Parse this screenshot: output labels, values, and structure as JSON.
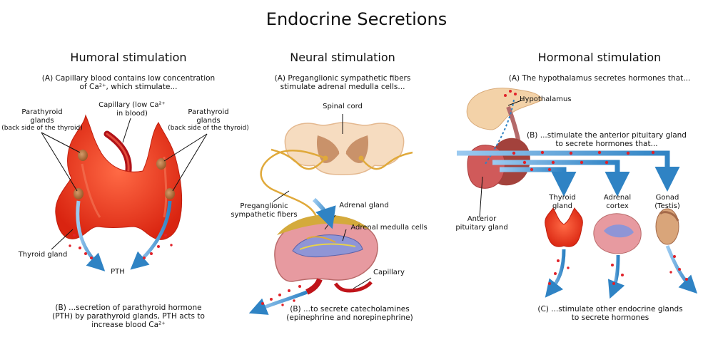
{
  "title": "Endocrine Secretions",
  "humoral": {
    "heading": "Humoral stimulation",
    "step_a_line1": "(A) Capillary blood contains low concentration",
    "step_a_line2": "of Ca²⁺, which stimulate...",
    "capillary_line1": "Capillary (low Ca²⁺",
    "capillary_line2": "in blood)",
    "parathyroid_left_line1": "Parathyroid",
    "parathyroid_left_line2": "glands",
    "parathyroid_left_line3": "(back side of the thyroid)",
    "parathyroid_right_line1": "Parathyroid",
    "parathyroid_right_line2": "glands",
    "parathyroid_right_line3": "(back side of the thyroid)",
    "thyroid_gland": "Thyroid gland",
    "pth": "PTH",
    "step_b_line1": "(B) ...secretion of parathyroid hormone",
    "step_b_line2": "(PTH) by parathyroid glands, PTH acts to",
    "step_b_line3": "increase blood Ca²⁺"
  },
  "neural": {
    "heading": "Neural stimulation",
    "step_a_line1": "(A) Preganglionic sympathetic fibers",
    "step_a_line2": "stimulate adrenal medulla cells...",
    "spinal_cord": "Spinal cord",
    "preganglionic_line1": "Preganglionic",
    "preganglionic_line2": "sympathetic fibers",
    "adrenal_gland": "Adrenal gland",
    "adrenal_medulla": "Adrenal medulla cells",
    "capillary": "Capillary",
    "step_b_line1": "(B) ...to secrete catecholamines",
    "step_b_line2": "(epinephrine and norepinephrine)"
  },
  "hormonal": {
    "heading": "Hormonal stimulation",
    "step_a": "(A) The hypothalamus secretes hormones that...",
    "hypothalamus": "Hypothalamus",
    "step_b_line1": "(B) ...stimulate the anterior pituitary gland",
    "step_b_line2": "to secrete hormones that...",
    "anterior_line1": "Anterior",
    "anterior_line2": "pituitary gland",
    "thyroid_line1": "Thyroid",
    "thyroid_line2": "gland",
    "adrenal_line1": "Adrenal",
    "adrenal_line2": "cortex",
    "gonad_line1": "Gonad",
    "gonad_line2": "(Testis)",
    "step_c_line1": "(C) ...stimulate other endocrine glands",
    "step_c_line2": "to secrete hormones"
  },
  "colors": {
    "thyroid_red": "#e8361c",
    "blood_red": "#c0141a",
    "arrow_blue": "#3a8fcf",
    "nerve_gold": "#e0a93a",
    "tissue_pink": "#e79aa0",
    "spinal_beige": "#f6dcc0",
    "medulla_blue": "#8f95d6"
  },
  "icons": [
    "thyroid-gland-illustration",
    "spinal-cord-illustration",
    "adrenal-gland-illustration",
    "hypothalamus-pituitary-illustration",
    "testis-illustration"
  ]
}
